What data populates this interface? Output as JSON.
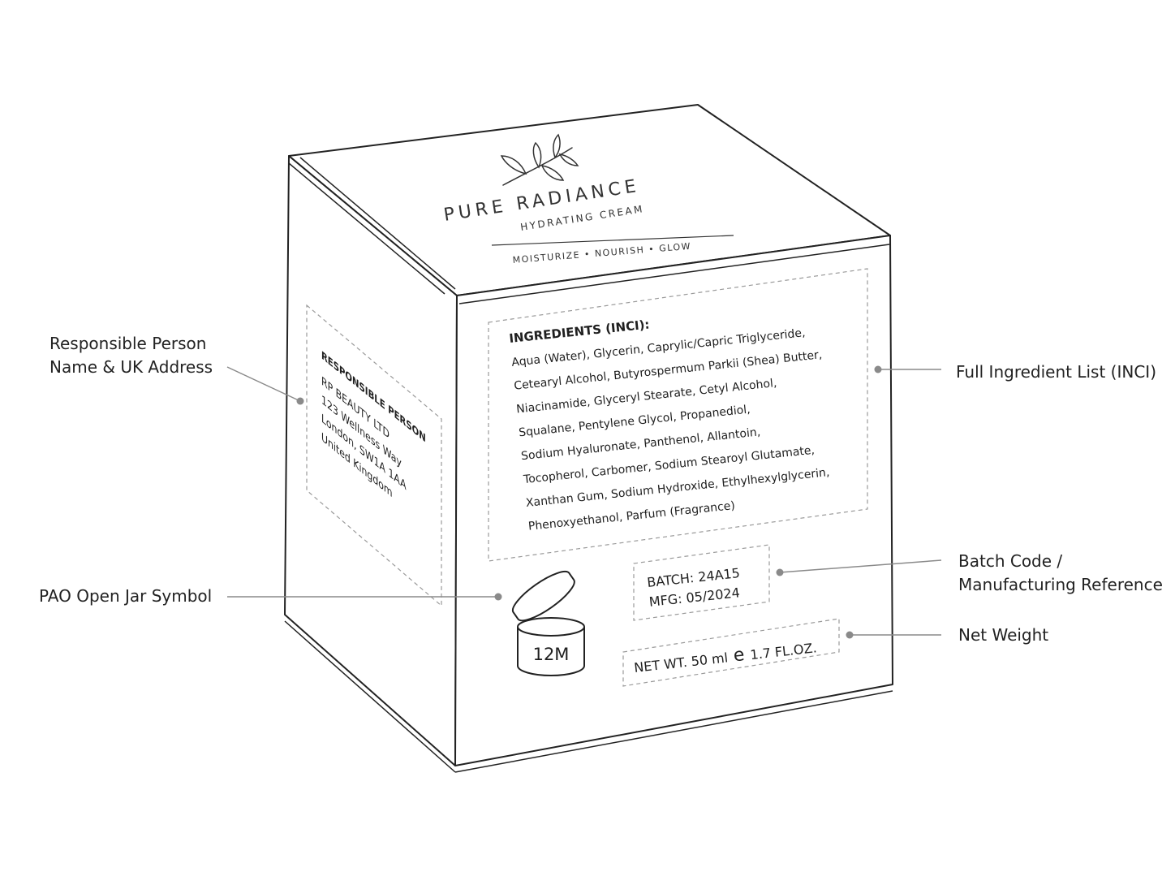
{
  "brand": {
    "name": "PURE RADIANCE",
    "subtitle": "HYDRATING CREAM",
    "tagline": "MOISTURIZE • NOURISH • GLOW",
    "logo_icon": "leaf-sprig-icon"
  },
  "responsible_person": {
    "heading": "RESPONSIBLE PERSON",
    "lines": [
      "RP BEAUTY LTD",
      "123 Wellness Way",
      "London, SW1A 1AA",
      "United Kingdom"
    ]
  },
  "ingredients": {
    "heading": "INGREDIENTS (INCI):",
    "lines": [
      "Aqua (Water), Glycerin, Caprylic/Capric Triglyceride,",
      "Cetearyl Alcohol, Butyrospermum Parkii (Shea) Butter,",
      "Niacinamide, Glyceryl Stearate, Cetyl Alcohol,",
      "Squalane, Pentylene Glycol, Propanediol,",
      "Sodium Hyaluronate, Panthenol, Allantoin,",
      "Tocopherol, Carbomer, Sodium Stearoyl Glutamate,",
      "Xanthan Gum, Sodium Hydroxide, Ethylhexylglycerin,",
      "Phenoxyethanol, Parfum (Fragrance)"
    ]
  },
  "batch": {
    "line1": "BATCH: 24A15",
    "line2": "MFG: 05/2024"
  },
  "net_weight": {
    "prefix": "NET WT. 50 ml",
    "estimated_mark": "e",
    "suffix": "1.7 FL.OZ."
  },
  "pao": {
    "label": "12M",
    "icon": "open-jar-icon"
  },
  "callouts": {
    "responsible_person": [
      "Responsible Person",
      "Name & UK Address"
    ],
    "pao": "PAO Open Jar Symbol",
    "ingredients": "Full Ingredient List (INCI)",
    "batch": [
      "Batch Code /",
      "Manufacturing Reference"
    ],
    "net_weight": "Net Weight"
  },
  "colors": {
    "line": "#222222",
    "leader": "#8a8a8a",
    "dashed": "#9a9a9a"
  }
}
